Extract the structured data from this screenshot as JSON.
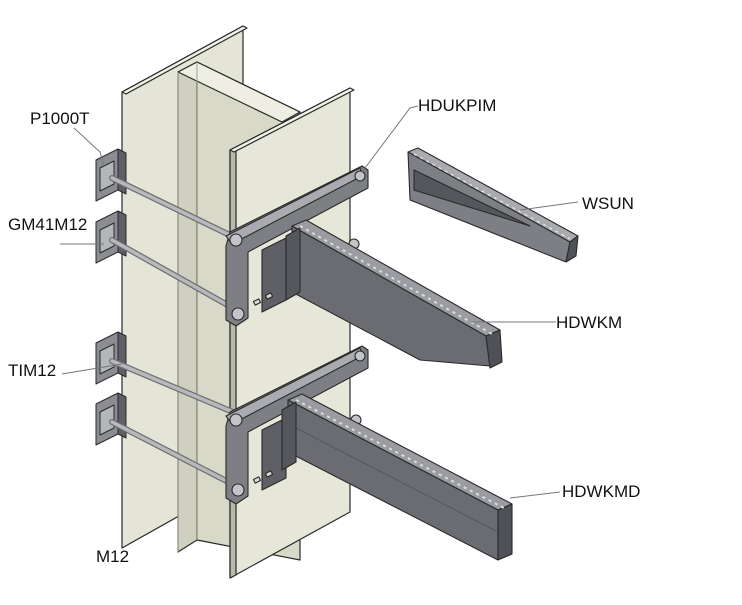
{
  "labels": {
    "p1000t": "P1000T",
    "gm41m12": "GM41M12",
    "tim12": "TIM12",
    "m12": "M12",
    "hdukpim": "HDUKPIM",
    "wsun": "WSUN",
    "hdwkm": "HDWKM",
    "hdwkmd": "HDWKMD"
  },
  "colors": {
    "column": "#e4e5d6",
    "column_shade": "#cfd0bf",
    "column_dark": "#b8b9a8",
    "steel": "#8b8d92",
    "steel_dark": "#5e6066",
    "steel_light": "#b4b6ba",
    "rod": "#a8a9ad",
    "outline": "#2a2a2a"
  }
}
